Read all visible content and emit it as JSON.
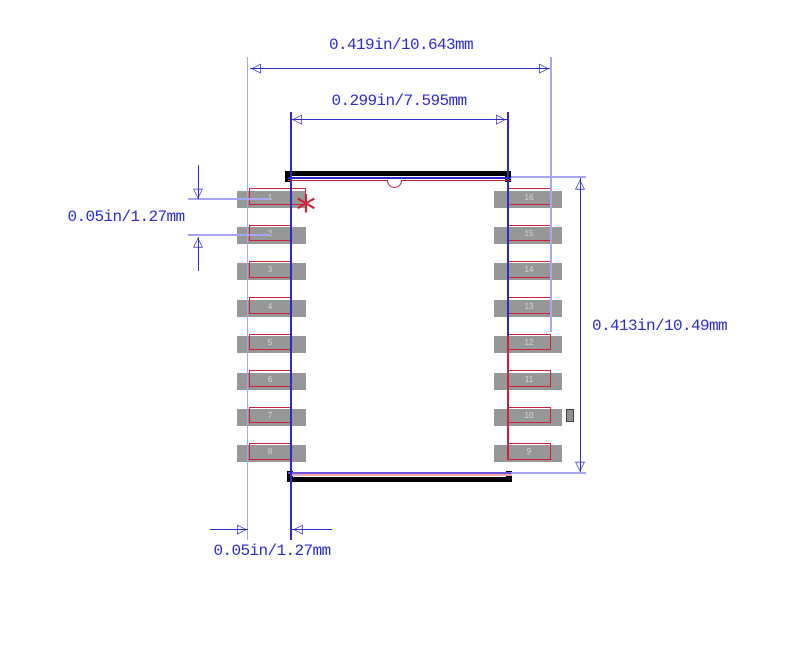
{
  "drawing": {
    "type": "ic-package-footprint",
    "pin_count": 16
  },
  "dimensions": {
    "outer_pad_span": "0.419in/10.643mm",
    "inner_pad_span": "0.299in/7.595mm",
    "pin_pitch_left": "0.05in/1.27mm",
    "pad_row_height": "0.413in/10.49mm",
    "pad_width_bottom": "0.05in/1.27mm"
  },
  "pins": {
    "left": [
      "1",
      "2",
      "3",
      "4",
      "5",
      "6",
      "7",
      "8"
    ],
    "right": [
      "16",
      "15",
      "14",
      "13",
      "12",
      "11",
      "10",
      "9"
    ]
  },
  "markers": {
    "pin1_symbol": "*"
  },
  "icons": {
    "arrow_left": "◁",
    "arrow_right": "▷",
    "arrow_up": "△",
    "arrow_down": "▽"
  },
  "colors": {
    "dim_blue": "#2b2bd0",
    "light_blue": "#a6a6f2",
    "dark_blue": "#2a2ac4",
    "pad_red": "#ce2036",
    "pad_gray": "#979797",
    "label_gray": "#d8d8d8",
    "pink": "#f4aab4",
    "violet": "#6f54d8",
    "ink": "#000000",
    "square_border": "#3f3f3f",
    "square_fill": "#8f8f8f"
  }
}
